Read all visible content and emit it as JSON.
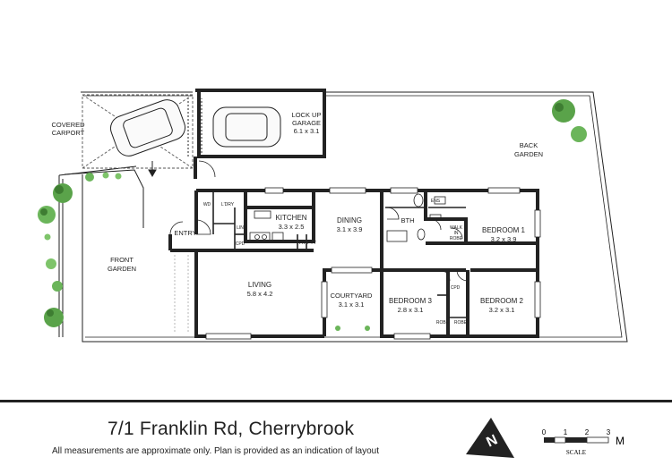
{
  "address": "7/1 Franklin Rd, Cherrybrook",
  "disclaimer": "All measurements are approximate only. Plan is provided as an indication of layout",
  "rooms": {
    "covered_carport": {
      "line1": "COVERED",
      "line2": "CARPORT"
    },
    "lock_up_garage": {
      "line1": "LOCK UP",
      "line2": "GARAGE",
      "size": "6.1 x 3.1"
    },
    "back_garden": {
      "line1": "BACK",
      "line2": "GARDEN"
    },
    "front_garden": {
      "line1": "FRONT",
      "line2": "GARDEN"
    },
    "kitchen": {
      "name": "KITCHEN",
      "size": "3.3 x 2.5"
    },
    "dining": {
      "name": "DINING",
      "size": "3.1 x 3.9"
    },
    "living": {
      "name": "LIVING",
      "size": "5.8 x 4.2"
    },
    "courtyard": {
      "name": "COURTYARD",
      "size": "3.1 x 3.1"
    },
    "bedroom1": {
      "name": "BEDROOM 1",
      "size": "3.2 x 3.9"
    },
    "bedroom2": {
      "name": "BEDROOM 2",
      "size": "3.2 x 3.1"
    },
    "bedroom3": {
      "name": "BEDROOM 3",
      "size": "2.8 x 3.1"
    },
    "entry": "ENTRY",
    "bth": "BTH",
    "ens": "ENS",
    "walk_in_robe": {
      "line1": "WALK",
      "line2": "IN",
      "line3": "ROBE"
    },
    "ldry": "L'DRY",
    "wd": "WD",
    "lin": "LIN",
    "cpd_entry": "CPD",
    "fr": "FR",
    "pty": "PTY",
    "cpd_bed": "CPD",
    "robe_bed3": "ROBE",
    "robe_bed2": "ROBE"
  },
  "scale": {
    "ticks": [
      "0",
      "1",
      "2",
      "3"
    ],
    "unit": "M",
    "label": "SCALE"
  },
  "compass_letter": "N"
}
